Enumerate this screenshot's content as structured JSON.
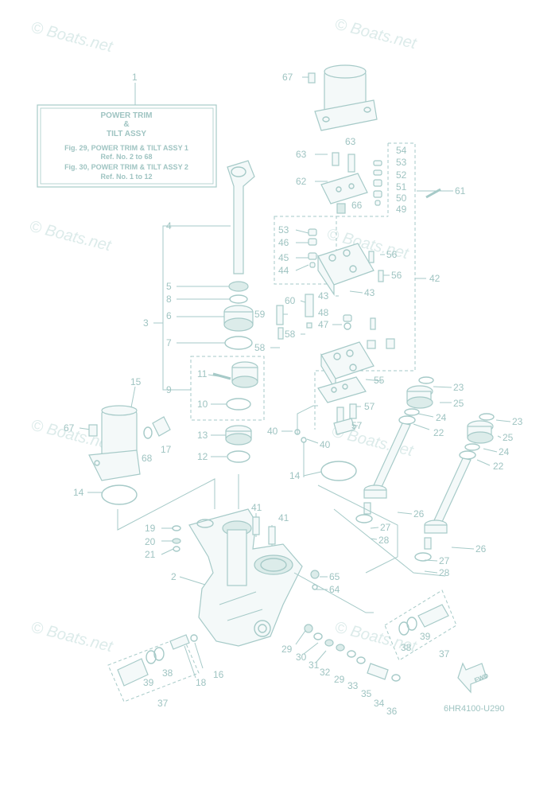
{
  "watermark": "© Boats.net",
  "reference_box": {
    "callout": "1",
    "title_line1": "POWER TRIM",
    "title_line2": "&",
    "title_line3": "TILT ASSY",
    "line1": "Fig. 29, POWER TRIM & TILT ASSY 1",
    "line2": "Ref. No. 2 to 68",
    "line3": "Fig. 30, POWER TRIM & TILT ASSY 2",
    "line4": "Ref. No. 1 to 12"
  },
  "diagram_code": "6HR4100-U290",
  "fwd_label": "FWD",
  "callouts": {
    "c2": "2",
    "c3": "3",
    "c4": "4",
    "c5": "5",
    "c6": "6",
    "c7": "7",
    "c8": "8",
    "c9": "9",
    "c10": "10",
    "c11": "11",
    "c12": "12",
    "c13": "13",
    "c14a": "14",
    "c14b": "14",
    "c15": "15",
    "c16": "16",
    "c17": "17",
    "c18": "18",
    "c19": "19",
    "c20": "20",
    "c21": "21",
    "c22a": "22",
    "c22b": "22",
    "c23a": "23",
    "c23b": "23",
    "c24a": "24",
    "c24b": "24",
    "c25a": "25",
    "c25b": "25",
    "c26a": "26",
    "c26b": "26",
    "c27a": "27",
    "c27b": "27",
    "c28a": "28",
    "c28b": "28",
    "c29a": "29",
    "c29b": "29",
    "c30": "30",
    "c31": "31",
    "c32": "32",
    "c33": "33",
    "c34": "34",
    "c35": "35",
    "c36": "36",
    "c37a": "37",
    "c37b": "37",
    "c38a": "38",
    "c38b": "38",
    "c39a": "39",
    "c39b": "39",
    "c40a": "40",
    "c40b": "40",
    "c41a": "41",
    "c41b": "41",
    "c42": "42",
    "c43a": "43",
    "c43b": "43",
    "c44": "44",
    "c45": "45",
    "c46": "46",
    "c47": "47",
    "c48": "48",
    "c49": "49",
    "c50": "50",
    "c51": "51",
    "c52": "52",
    "c53a": "53",
    "c53b": "53",
    "c54": "54",
    "c55": "55",
    "c56a": "56",
    "c56b": "56",
    "c57a": "57",
    "c57b": "57",
    "c58a": "58",
    "c58b": "58",
    "c59": "59",
    "c60": "60",
    "c61": "61",
    "c62": "62",
    "c63a": "63",
    "c63b": "63",
    "c64": "64",
    "c65": "65",
    "c66": "66",
    "c67a": "67",
    "c67b": "67",
    "c68": "68"
  },
  "colors": {
    "line": "#a6cac8",
    "text": "#9fc4c2",
    "watermark": "#dcebea"
  }
}
